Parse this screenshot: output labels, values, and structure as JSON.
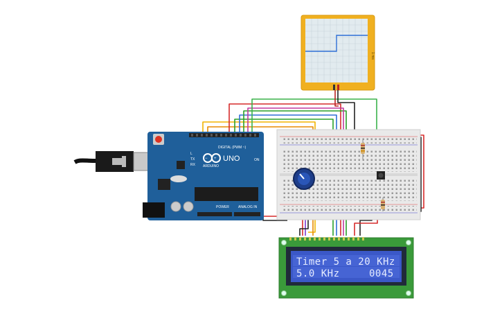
{
  "arduino": {
    "model": "UNO",
    "brand": "ARDUINO",
    "digital_label": "DIGITAL (PWM ~)",
    "power_label": "POWER",
    "analog_label": "ANALOG IN",
    "led_l": "L",
    "led_tx": "TX",
    "led_rx": "RX",
    "on_label": "ON"
  },
  "oscilloscope": {
    "side_label": "1 ms"
  },
  "lcd": {
    "line1": "Timer 5 a 20 KHz",
    "line2_left": "5.0 KHz",
    "line2_right": "0045"
  },
  "colors": {
    "board": "#1f5f9a",
    "lcd_pcb": "#3a9a3a",
    "lcd_screen": "#3b58c8",
    "scope_frame": "#f0b020",
    "breadboard": "#e9e9e9",
    "trace": "#2e6fd6"
  }
}
